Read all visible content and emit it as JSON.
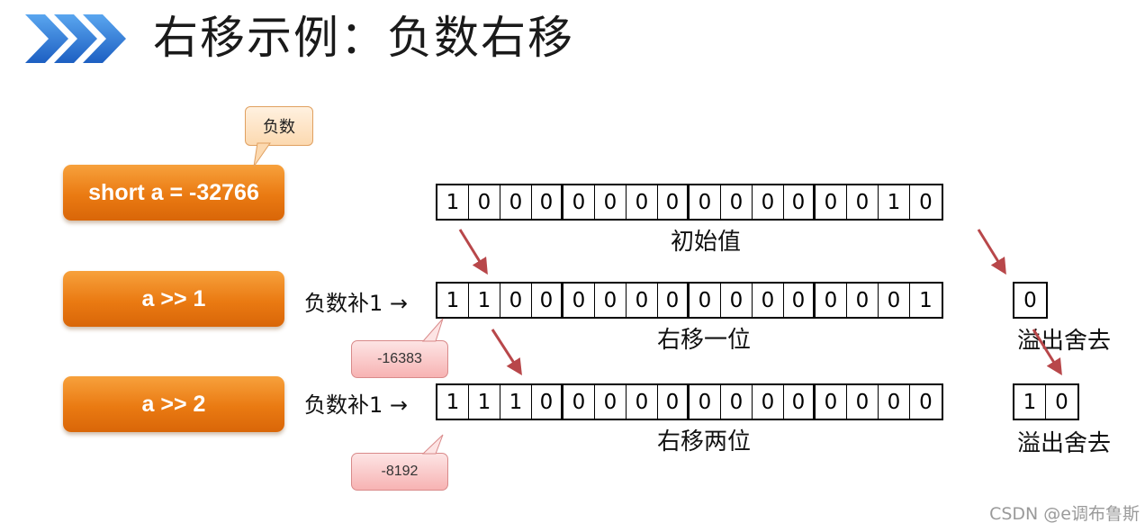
{
  "header": {
    "title": "右移示例：负数右移",
    "accent_color": "#1f6fd1"
  },
  "declaration": {
    "label": "short a = -32766",
    "callout": "负数"
  },
  "ops": [
    {
      "label": "a >> 1"
    },
    {
      "label": "a >> 2"
    }
  ],
  "rows": [
    {
      "bits": [
        "1",
        "0",
        "0",
        "0",
        "0",
        "0",
        "0",
        "0",
        "0",
        "0",
        "0",
        "0",
        "0",
        "0",
        "1",
        "0"
      ],
      "caption": "初始值"
    },
    {
      "bits": [
        "1",
        "1",
        "0",
        "0",
        "0",
        "0",
        "0",
        "0",
        "0",
        "0",
        "0",
        "0",
        "0",
        "0",
        "0",
        "1"
      ],
      "caption": "右移一位",
      "prefix": "负数补1 →",
      "overflow": [
        "0"
      ],
      "overflow_caption": "溢出舍去",
      "callout": "-16383"
    },
    {
      "bits": [
        "1",
        "1",
        "1",
        "0",
        "0",
        "0",
        "0",
        "0",
        "0",
        "0",
        "0",
        "0",
        "0",
        "0",
        "0",
        "0"
      ],
      "caption": "右移两位",
      "prefix": "负数补1 →",
      "overflow": [
        "1",
        "0"
      ],
      "overflow_caption": "溢出舍去",
      "callout": "-8192"
    }
  ],
  "colors": {
    "button_orange": "#ea7a12",
    "arrow_red": "#b8474a",
    "callout_pink": "#f7b3b3"
  },
  "watermark": "CSDN @e调布鲁斯"
}
